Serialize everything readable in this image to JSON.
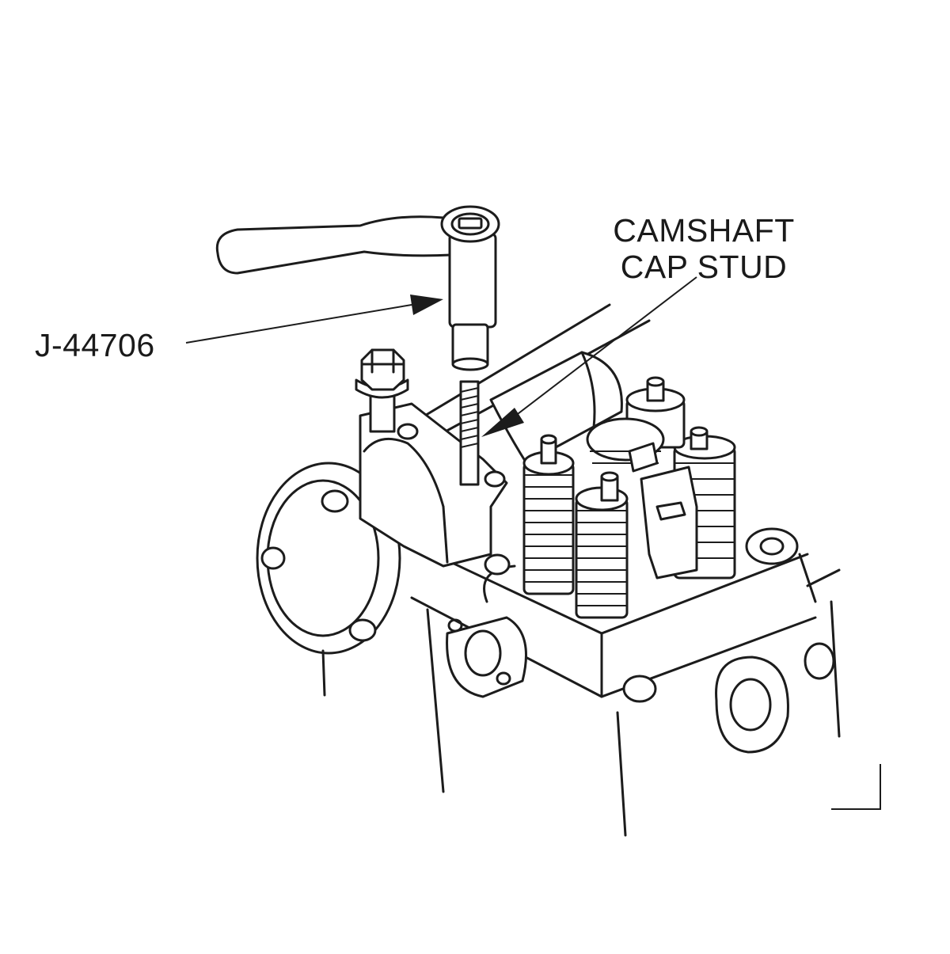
{
  "labels": {
    "stud_line1": "CAMSHAFT",
    "stud_line2": "CAP STUD",
    "tool": "J-44706"
  },
  "colors": {
    "line": "#1c1c1c",
    "background": "#ffffff"
  }
}
